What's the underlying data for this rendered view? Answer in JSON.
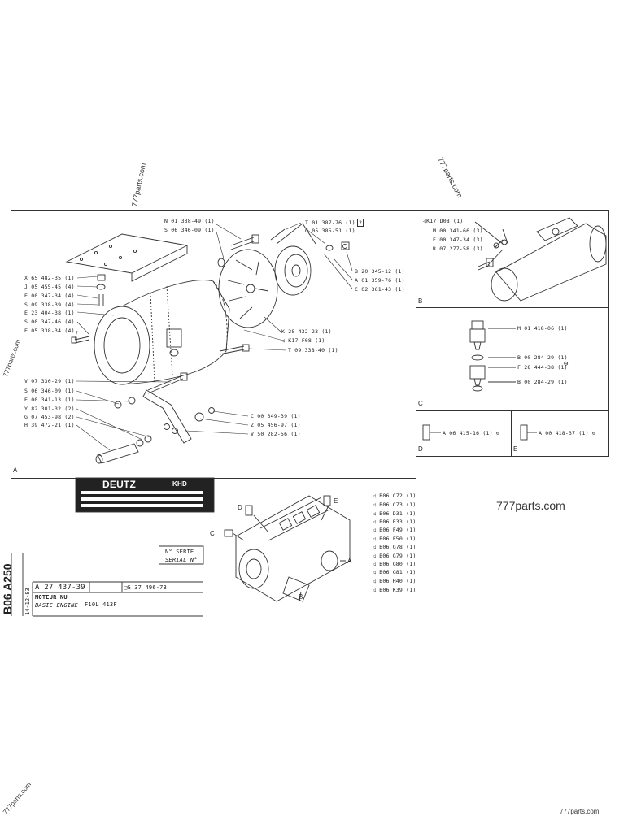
{
  "watermarks": [
    "777parts.com",
    "777parts.com",
    "777parts.com",
    "777parts.com",
    "777parts.com",
    "777parts.com"
  ],
  "section_a": {
    "letter": "A",
    "top_labels": [
      "N 01 338-49 (1)",
      "S 06 346-09 (1)",
      "T 01 387-76 (1)",
      "G 05 385-51 (1)"
    ],
    "box_marker": "2",
    "left_labels": [
      "X 65 482-35 (1)",
      "J 05 455-45 (4)",
      "E 00 347-34 (4)",
      "S 09 338-39 (4)",
      "E 23 404-38 (1)",
      "S 00 347-46 (4)",
      "E 05 338-34 (4)"
    ],
    "right_labels": [
      "B 20 345-12 (1)",
      "A 01 359-76 (1)",
      "C 02 361-43 (1)"
    ],
    "mid_labels": [
      "K 28 432-23 (1)",
      "K17 F08 (1)",
      "T 09 338-40 (1)"
    ],
    "lower_left_labels": [
      "V 07 330-29 (1)",
      "S 06 346-09 (1)",
      "E 00 341-13 (1)",
      "Y 82 301-32 (2)",
      "G 07 453-98 (2)",
      "H 39 472-21 (1)"
    ],
    "lower_right_labels": [
      "C 00 349-39 (1)",
      "Z 05 456-97 (1)",
      "V 50 282-56 (1)"
    ]
  },
  "section_b": {
    "letter": "B",
    "labels": [
      "K17 D08 (1)",
      "M 00 341-66 (3)",
      "E 00 347-34 (3)",
      "R 07 277-58 (3)"
    ]
  },
  "section_c": {
    "letter": "C",
    "labels": [
      "M 01 418-06 (1)",
      "B 00 284-29 (1)",
      "F 28 444-38 (1)",
      "B 00 284-29 (1)"
    ],
    "symbol": "⊖"
  },
  "section_d": {
    "letter": "D",
    "label": "A 06 415-16 (1) ⊖"
  },
  "section_e": {
    "letter": "E",
    "label": "A 00 418-37 (1) ⊖"
  },
  "nameplate": {
    "brand": "DEUTZ",
    "brand2": "KHD"
  },
  "serial": {
    "fr": "N° SERIE",
    "en": "SERIAL N°"
  },
  "engine_view_letters": [
    "D",
    "E",
    "C",
    "A",
    "B"
  ],
  "engine_codes": [
    "B06 C72 (1)",
    "B06 C73 (1)",
    "B06 D31 (1)",
    "B06 E33 (1)",
    "B06 F49 (1)",
    "B06 F50 (1)",
    "B06 G78 (1)",
    "B06 G79 (1)",
    "B06 G80 (1)",
    "B06 G81 (1)",
    "B06 H40 (1)",
    "B06 K39 (1)"
  ],
  "title_block": {
    "page_code": "B06 A250",
    "date": "14-12-83",
    "ref": "A 27 437-39",
    "ref2": "G 37 496-73",
    "title_fr": "MOTEUR NU",
    "title_en": "BASIC ENGINE",
    "model": "F10L 413F"
  }
}
